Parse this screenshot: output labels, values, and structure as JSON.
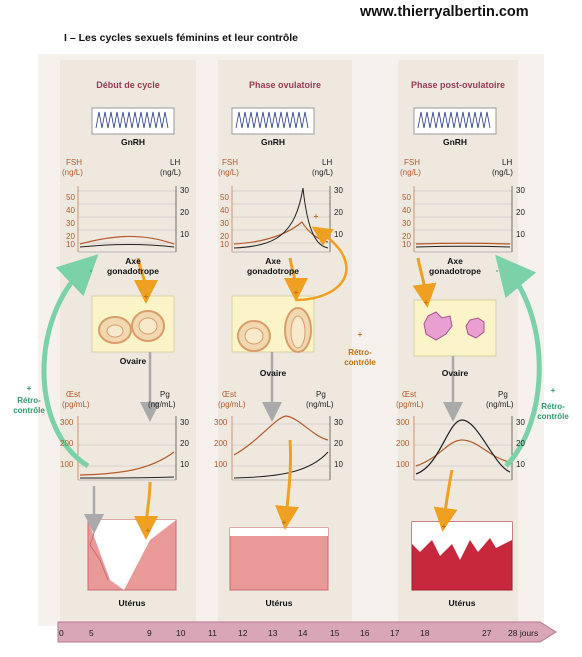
{
  "header": {
    "site_url": "www.thierryalbertin.com",
    "section_title": "I – Les cycles sexuels féminins et leur contrôle"
  },
  "panels": [
    {
      "title": "Début de cycle"
    },
    {
      "title": "Phase ovulatoire"
    },
    {
      "title": "Phase post-ovulatoire"
    }
  ],
  "labels": {
    "gnrh": "GnRH",
    "fsh": "FSH",
    "fsh_unit": "(ng/L)",
    "lh": "LH",
    "lh_unit": "(ng/L)",
    "axe": "Axe",
    "gonadotrope": "gonadotrope",
    "ovaire": "Ovaire",
    "oest": "Œst",
    "oest_unit": "(pg/mL)",
    "pg": "Pg",
    "pg_unit": "(ng/mL)",
    "uterus": "Utérus",
    "retro": "Rétro-",
    "controle": "contrôle",
    "plus": "+",
    "minus": "-"
  },
  "fsh_ticks": [
    "50",
    "40",
    "30",
    "20",
    "10"
  ],
  "lh_ticks": [
    "30",
    "20",
    "10"
  ],
  "oest_ticks": [
    "300",
    "200",
    "100"
  ],
  "pg_ticks": [
    "30",
    "20",
    "10"
  ],
  "timeline": {
    "days": [
      "0",
      "5",
      "9",
      "10",
      "11",
      "12",
      "13",
      "14",
      "15",
      "16",
      "17",
      "18",
      "27",
      "28 jours"
    ]
  },
  "colors": {
    "fsh_oest": "#b65a2a",
    "lh_pg": "#222222",
    "arrow_orange": "#f0a020",
    "arrow_green": "#7cd2a8",
    "title": "#9a3a52",
    "timeline": "#c98aa0"
  }
}
